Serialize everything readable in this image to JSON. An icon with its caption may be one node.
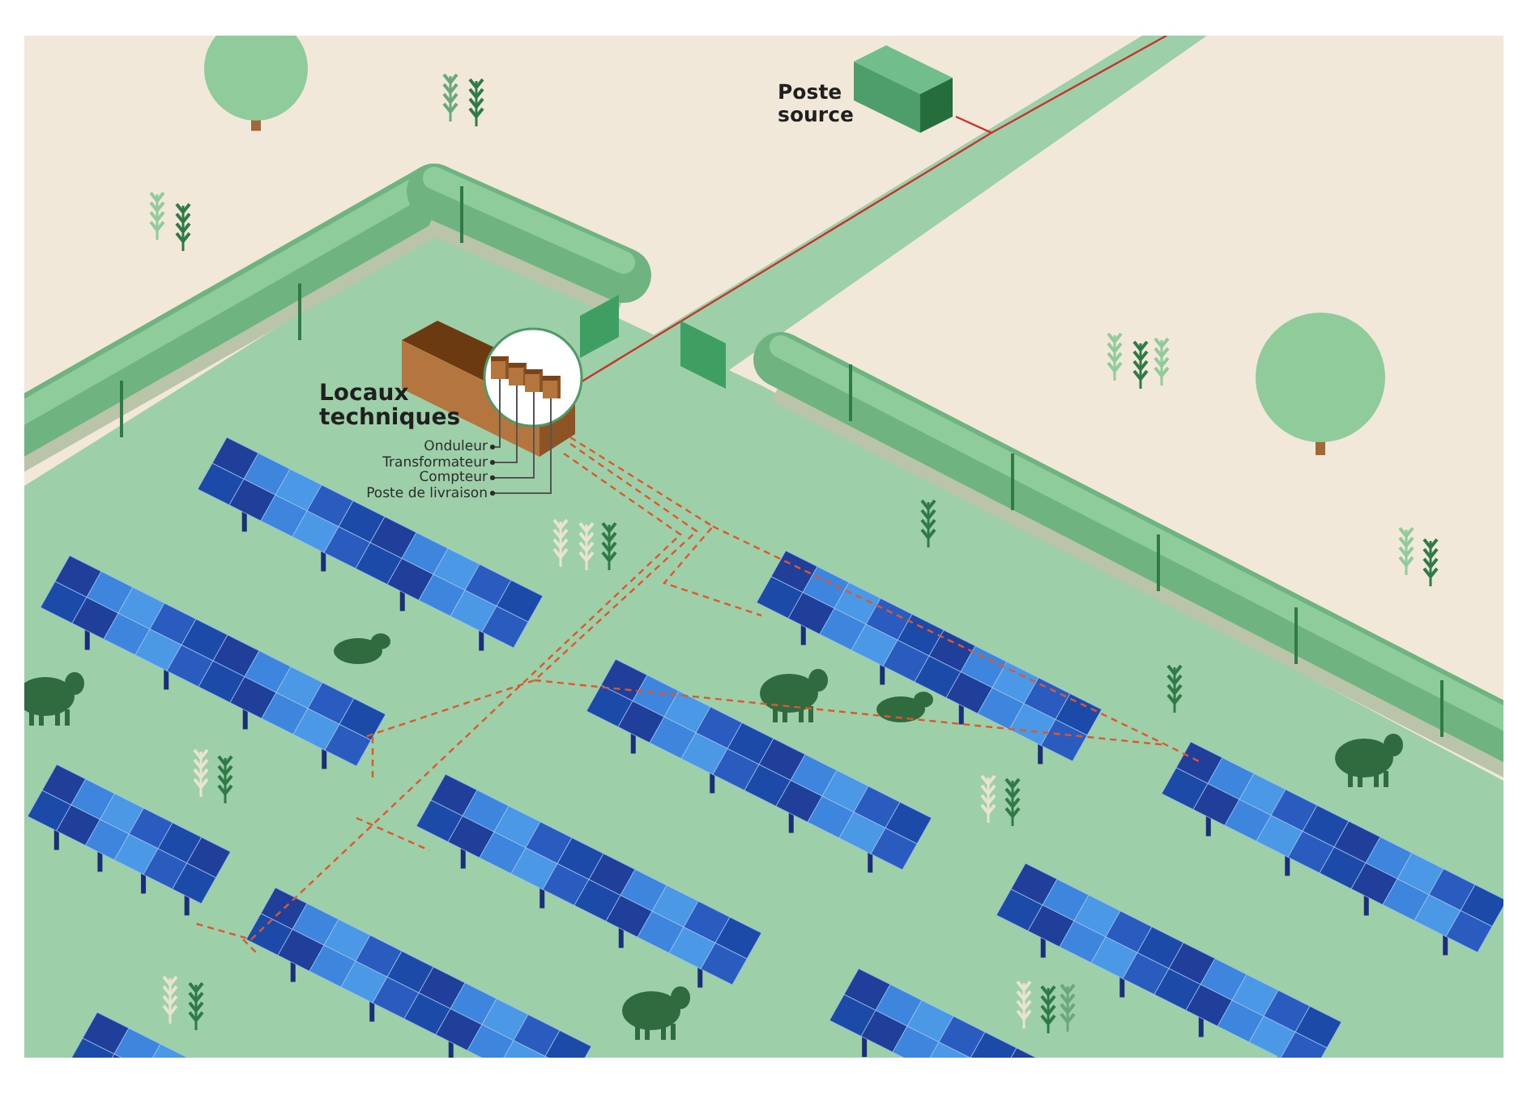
{
  "diagram": {
    "nodes": [
      {
        "text": [
          "Onduleur"
        ]
      },
      {
        "text": [
          "Transformateur"
        ]
      },
      {
        "text": [
          "Compteur"
        ]
      },
      {
        "text": [
          "Poste de livraison"
        ]
      },
      {
        "text": [],
        "shape": "box"
      },
      {
        "text": [],
        "shape": "box"
      },
      {
        "text": [],
        "shape": "box"
      },
      {
        "text": [],
        "shape": "box"
      }
    ],
    "edges": [
      {
        "from": 0,
        "to": 4,
        "arrow": "other"
      },
      {
        "from": 1,
        "to": 5,
        "arrow": "other"
      },
      {
        "from": 2,
        "to": 6,
        "arrow": "other"
      },
      {
        "from": 3,
        "to": 7,
        "arrow": "other"
      }
    ],
    "labels": [
      "Poste source",
      "Locaux techniques"
    ]
  }
}
